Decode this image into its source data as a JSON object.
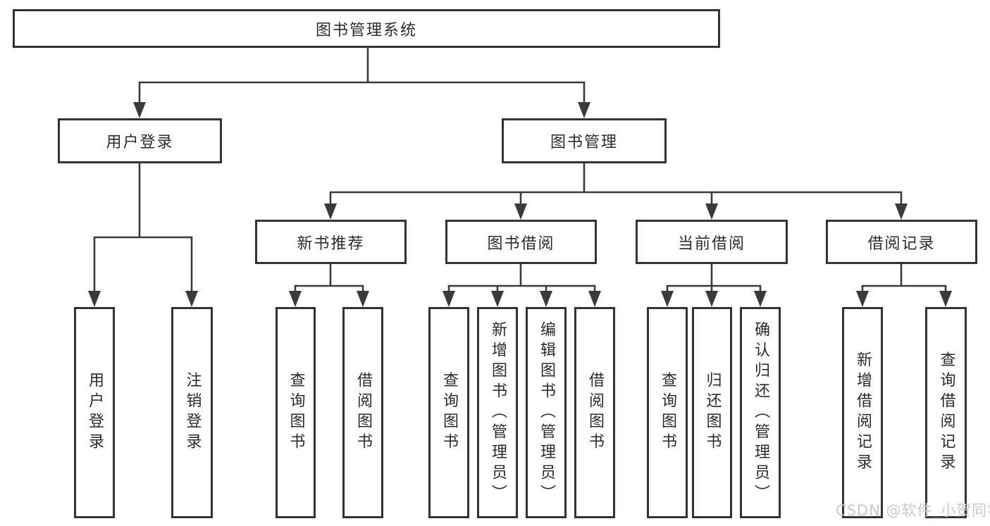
{
  "diagram_title": "图书管理系统",
  "watermark": "CSDN @软件_小贺同学",
  "colors": {
    "line": "#3a3a3a",
    "box_border": "#333333",
    "text": "#2b2b2b",
    "background": "#ffffff",
    "watermark": "#c9c9c9"
  },
  "nodes": {
    "root": {
      "label": "图书管理系统",
      "parent": null
    },
    "login": {
      "label": "用户登录",
      "parent": "root"
    },
    "mgmt": {
      "label": "图书管理",
      "parent": "root"
    },
    "rec": {
      "label": "新书推荐",
      "parent": "mgmt"
    },
    "borrow": {
      "label": "图书借阅",
      "parent": "mgmt"
    },
    "current": {
      "label": "当前借阅",
      "parent": "mgmt"
    },
    "records": {
      "label": "借阅记录",
      "parent": "mgmt"
    },
    "login_user": {
      "label": "用户登录",
      "parent": "login"
    },
    "login_logout": {
      "label": "注销登录",
      "parent": "login"
    },
    "rec_query": {
      "label": "查询图书",
      "parent": "rec"
    },
    "rec_borrow": {
      "label": "借阅图书",
      "parent": "rec"
    },
    "borrow_query": {
      "label": "查询图书",
      "parent": "borrow"
    },
    "borrow_add": {
      "label": "新增图书（管理员）",
      "parent": "borrow"
    },
    "borrow_edit": {
      "label": "编辑图书（管理员）",
      "parent": "borrow"
    },
    "borrow_borrow": {
      "label": "借阅图书",
      "parent": "borrow"
    },
    "cur_query": {
      "label": "查询图书",
      "parent": "current"
    },
    "cur_return": {
      "label": "归还图书",
      "parent": "current"
    },
    "cur_confirm": {
      "label": "确认归还（管理员）",
      "parent": "current"
    },
    "reco_add": {
      "label": "新增借阅记录",
      "parent": "records"
    },
    "reco_query": {
      "label": "查询借阅记录",
      "parent": "records"
    }
  }
}
